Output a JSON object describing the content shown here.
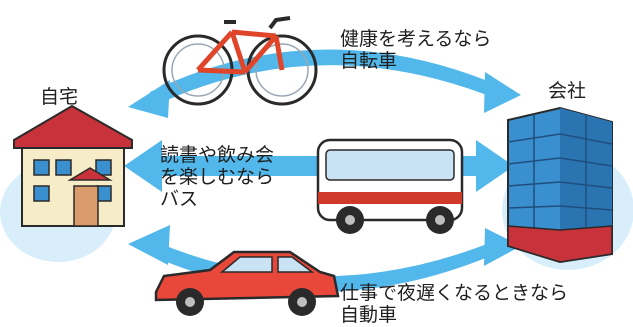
{
  "places": {
    "home": "自宅",
    "company": "会社"
  },
  "routes": {
    "bicycle": {
      "lines": [
        "健康を考えるなら",
        "自転車"
      ]
    },
    "bus": {
      "lines": [
        "読書や飲み会",
        "を楽しむなら",
        "バス"
      ]
    },
    "car": {
      "lines": [
        "仕事で夜遅くなるときなら",
        "自動車"
      ]
    }
  },
  "colors": {
    "arrow": "#52b7ea",
    "ground": "#d8eefb",
    "house_wall": "#f6ecc8",
    "house_roof": "#c8323a",
    "building": "#3a8fcf",
    "bicycle_frame": "#e0452a",
    "bus_body": "#ffffff",
    "bus_stripe": "#cf3a2a",
    "car_body": "#e8473a"
  },
  "icons": [
    "house-icon",
    "office-building-icon",
    "bicycle-icon",
    "bus-icon",
    "car-icon",
    "arrow-icon"
  ]
}
